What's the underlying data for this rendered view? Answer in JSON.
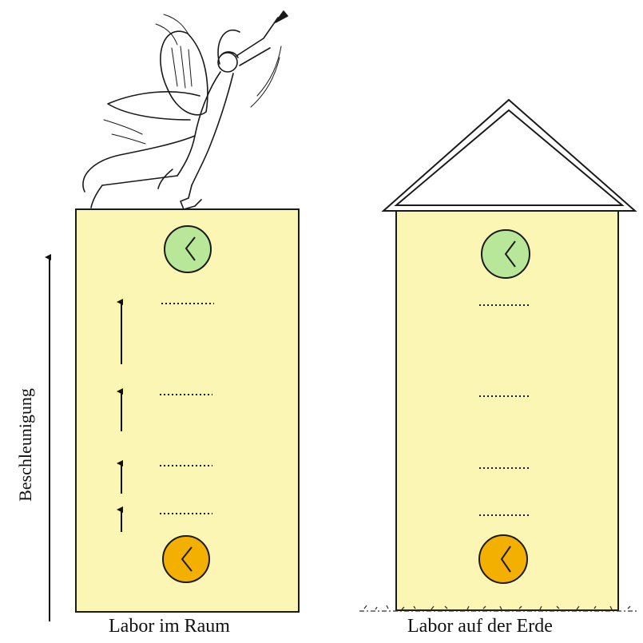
{
  "axis_label": "Beschleunigung",
  "panels": [
    {
      "caption": "Labor im Raum",
      "clock_top_color": "#b9e79a",
      "clock_bottom_color": "#f4b000"
    },
    {
      "caption": "Labor auf der Erde",
      "clock_top_color": "#b9e79a",
      "clock_bottom_color": "#f4b000"
    }
  ],
  "colors": {
    "building_fill": "#fbf6b4",
    "outline": "#1a1a1a"
  }
}
